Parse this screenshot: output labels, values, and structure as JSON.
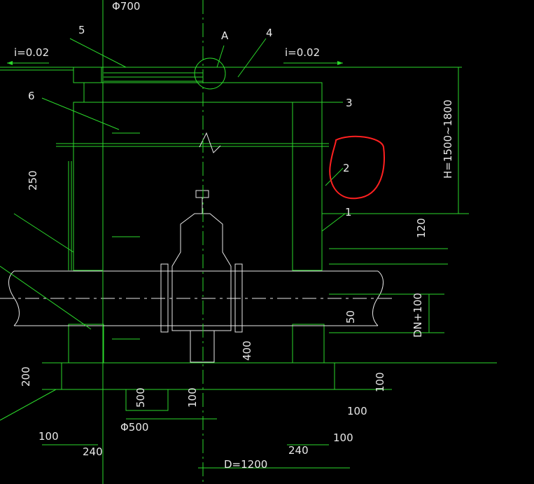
{
  "labels": {
    "top_dim": "Φ700",
    "slope_left": "i=0.02",
    "slope_right": "i=0.02",
    "detail_a": "A",
    "num_1": "1",
    "num_2": "2",
    "num_3": "3",
    "num_4": "4",
    "num_5": "5",
    "num_6": "6",
    "h_range": "H=1500~1800",
    "dim_250": "250",
    "dim_120": "120",
    "dim_dn": "DN+100",
    "dim_50": "50",
    "dim_400": "400",
    "dim_200": "200",
    "dim_100_right": "100",
    "dim_500": "500",
    "dim_100_small": "100",
    "dim_100_r2": "100",
    "dim_100_r3": "100",
    "dia_500": "Φ500",
    "dim_100_left": "100",
    "dim_240_left": "240",
    "dim_240_right": "240",
    "d_width": "D=1200"
  },
  "colors": {
    "background": "#000000",
    "line": "#2bd82b",
    "text": "#e8e8e8",
    "annotation": "#ff2020"
  }
}
